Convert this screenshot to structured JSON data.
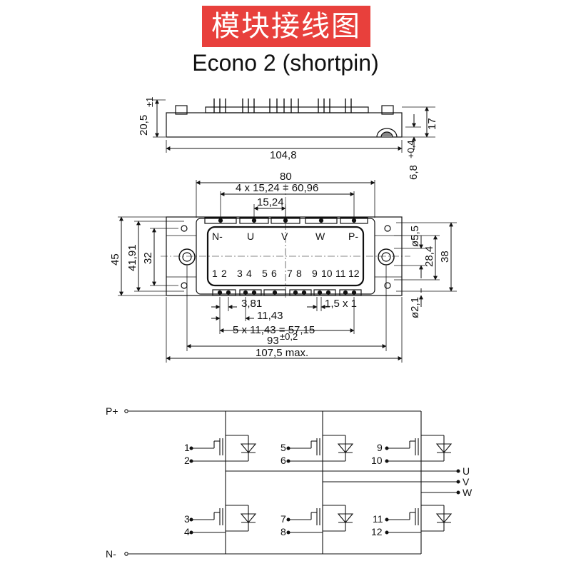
{
  "title": "模块接线图",
  "subtitle": "Econo 2 (shortpin)",
  "side_view": {
    "height_label": "20,5",
    "height_tol": "±1",
    "length_label": "104,8",
    "right_height_label": "17",
    "right_offset_label": "6,8",
    "right_offset_tol": "+0,4"
  },
  "top_view": {
    "width_80": "80",
    "pitch_total": "4 x 15,24 = 60,96",
    "pitch": "15,24",
    "h45": "45",
    "h4191": "41,91",
    "h32": "32",
    "dia55": "ø5,5",
    "h284": "28,4",
    "h38": "38",
    "pin_381": "3,81",
    "pin_1143": "11,43",
    "pin_section": "1,5 x 1",
    "dia21": "ø2,1",
    "pin_total": "5 x 11,43 = 57,15",
    "w93": "93",
    "w93_tol": "±0,2",
    "w1075": "107,5 max.",
    "terminals": [
      "N-",
      "U",
      "V",
      "W",
      "P-"
    ],
    "pin_numbers": [
      "1",
      "2",
      "3",
      "4",
      "5",
      "6",
      "7",
      "8",
      "9",
      "10",
      "11",
      "12"
    ]
  },
  "schematic": {
    "rail_top": "P+",
    "rail_bottom": "N-",
    "outputs": [
      "U",
      "V",
      "W"
    ],
    "upper_gates": [
      [
        "1",
        "2"
      ],
      [
        "5",
        "6"
      ],
      [
        "9",
        "10"
      ]
    ],
    "lower_gates": [
      [
        "3",
        "4"
      ],
      [
        "7",
        "8"
      ],
      [
        "11",
        "12"
      ]
    ]
  }
}
